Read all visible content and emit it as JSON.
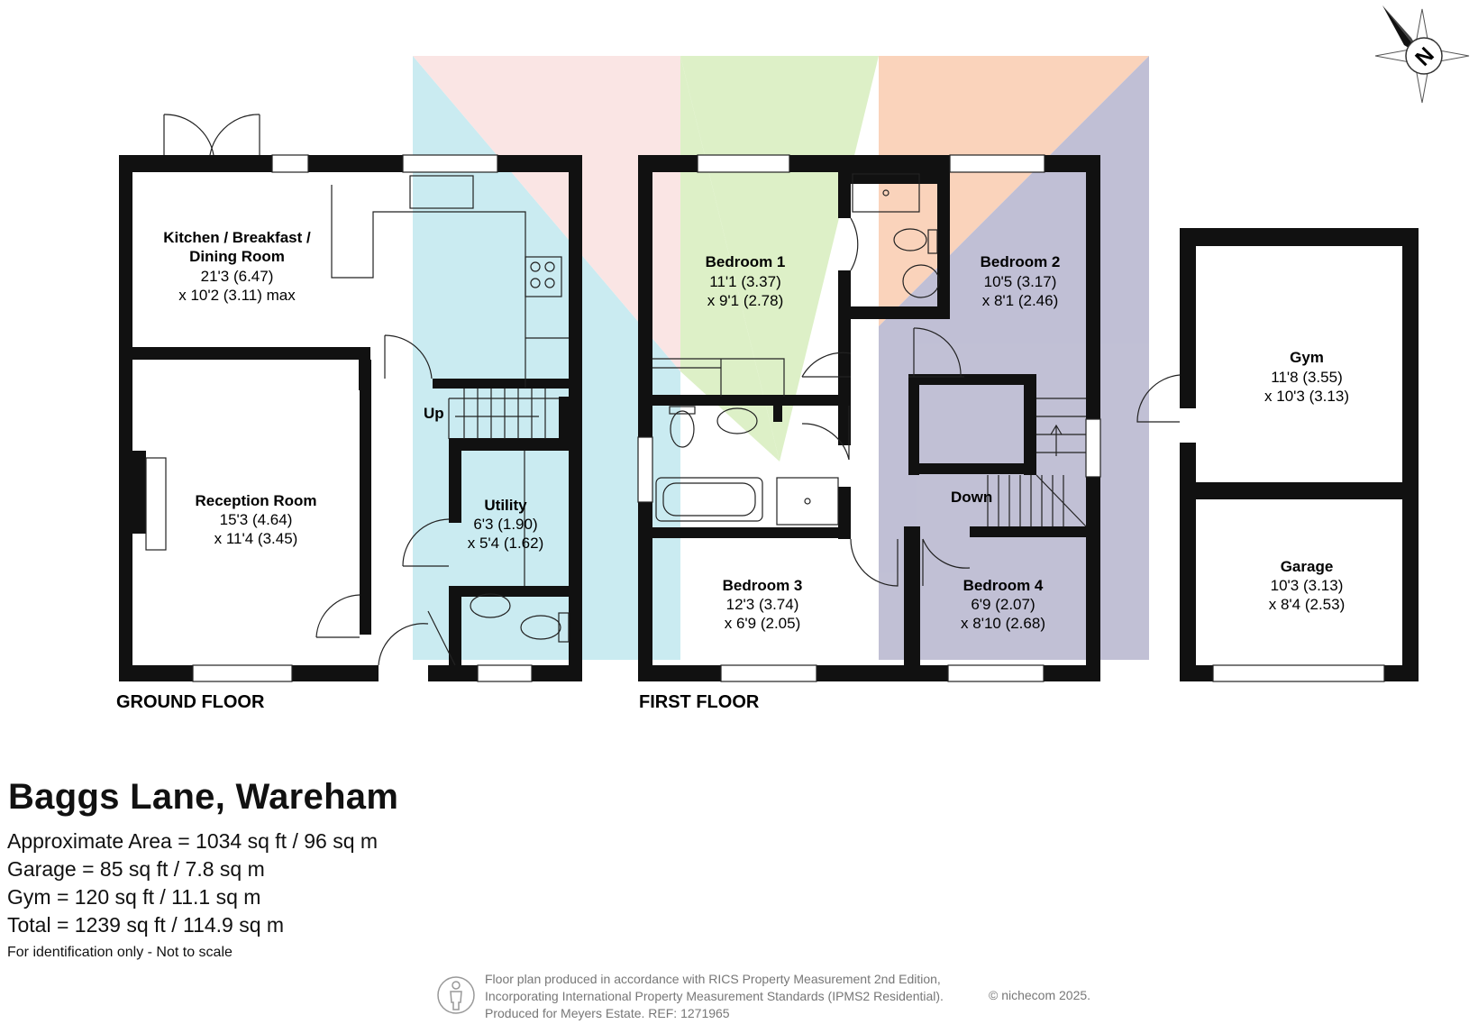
{
  "rooms": {
    "kitchen": {
      "name1": "Kitchen / Breakfast /",
      "name2": "Dining Room",
      "dim1": "21'3 (6.47)",
      "dim2": "x 10'2 (3.11) max"
    },
    "reception": {
      "name": "Reception Room",
      "dim1": "15'3 (4.64)",
      "dim2": "x 11'4 (3.45)"
    },
    "utility": {
      "name": "Utility",
      "dim1": "6'3 (1.90)",
      "dim2": "x 5'4 (1.62)"
    },
    "bedroom1": {
      "name": "Bedroom 1",
      "dim1": "11'1 (3.37)",
      "dim2": "x 9'1 (2.78)"
    },
    "bedroom2": {
      "name": "Bedroom 2",
      "dim1": "10'5 (3.17)",
      "dim2": "x 8'1 (2.46)"
    },
    "bedroom3": {
      "name": "Bedroom 3",
      "dim1": "12'3 (3.74)",
      "dim2": "x 6'9 (2.05)"
    },
    "bedroom4": {
      "name": "Bedroom 4",
      "dim1": "6'9 (2.07)",
      "dim2": "x 8'10 (2.68)"
    },
    "gym": {
      "name": "Gym",
      "dim1": "11'8 (3.55)",
      "dim2": "x 10'3 (3.13)"
    },
    "garage": {
      "name": "Garage",
      "dim1": "10'3 (3.13)",
      "dim2": "x 8'4 (2.53)"
    }
  },
  "stairs": {
    "up": "Up",
    "down": "Down"
  },
  "floors": {
    "ground": "GROUND FLOOR",
    "first": "FIRST FLOOR"
  },
  "title": "Baggs Lane, Wareham",
  "areas": [
    "Approximate Area = 1034 sq ft / 96 sq m",
    "Garage = 85 sq ft / 7.8 sq m",
    "Gym = 120 sq ft / 11.1 sq m",
    "Total = 1239 sq ft / 114.9 sq m"
  ],
  "disclaimer": "For identification only - Not to scale",
  "footer": [
    "Floor plan produced in accordance with RICS Property Measurement 2nd Edition,",
    "Incorporating International Property Measurement Standards (IPMS2 Residential).",
    "Produced for Meyers Estate.   REF: 1271965"
  ],
  "copyright": "© nichecom 2025.",
  "compass_label": "N",
  "colors": {
    "wall": "#111111",
    "overlay_blue": "#9fdbe6",
    "overlay_pink": "#f7d1cf",
    "overlay_green": "#c2e59a",
    "overlay_orange": "#f6b084",
    "overlay_slate": "#8e8cb3"
  }
}
